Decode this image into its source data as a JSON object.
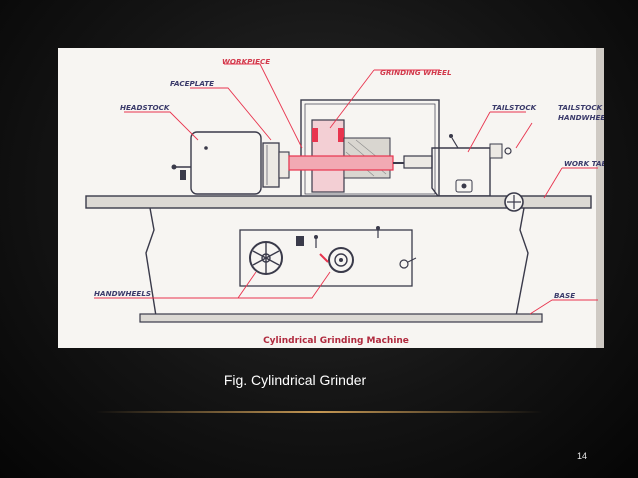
{
  "diagram": {
    "title": "Cylindrical Grinding Machine",
    "labels": {
      "workpiece": "WORKPIECE",
      "faceplate": "FACEPLATE",
      "grinding_wheel": "GRINDING WHEEL",
      "headstock": "HEADSTOCK",
      "tailstock": "TAILSTOCK",
      "tailstock_handwheel_1": "TAILSTOCK",
      "tailstock_handwheel_2": "HANDWHEEL",
      "work_table": "WORK TABLE",
      "handwheels": "HANDWHEELS",
      "base": "BASE"
    },
    "colors": {
      "line": "#3a3a4a",
      "accent": "#e8344e",
      "label": "#3a3a6a"
    }
  },
  "caption": "Fig. Cylindrical Grinder",
  "slide_number": "14"
}
